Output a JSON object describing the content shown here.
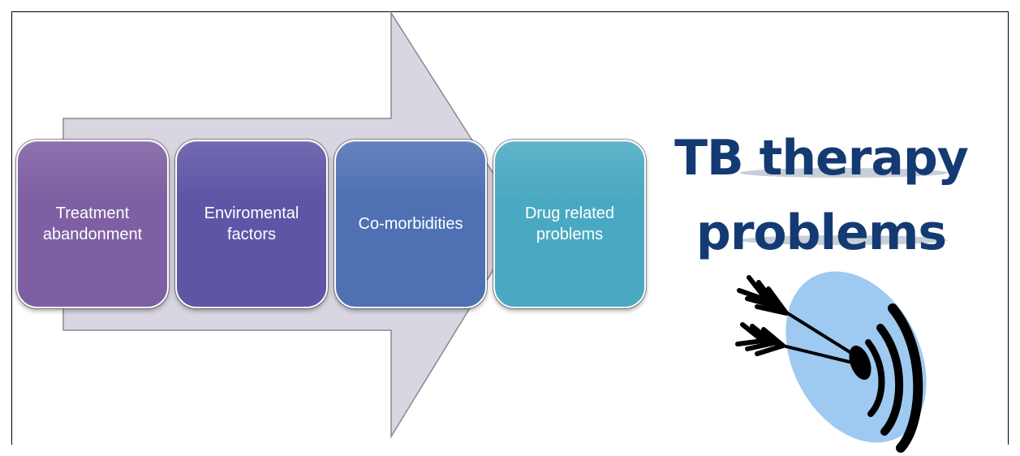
{
  "steps": [
    {
      "label": "Treatment abandonment",
      "color": "#7e5fa3"
    },
    {
      "label": "Enviromental factors",
      "color": "#5f55a6"
    },
    {
      "label": "Co-morbidities",
      "color": "#4f71b4"
    },
    {
      "label": "Drug related problems",
      "color": "#4aa9c2"
    }
  ],
  "title": {
    "line1": "TB therapy",
    "line2": "problems",
    "color": "#143a73"
  },
  "target_icon": "target-with-darts-icon"
}
